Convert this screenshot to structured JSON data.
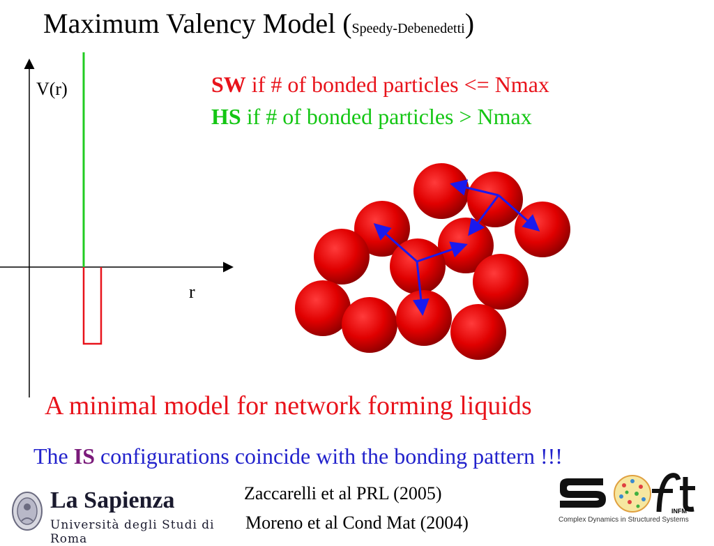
{
  "title": {
    "main": "Maximum Valency Model (",
    "sub": "Speedy-Debenedetti",
    "close": ")"
  },
  "plot": {
    "ylabel": "V(r)",
    "xlabel": "r",
    "hs_color": "#22cc22",
    "sw_color": "#e8131b"
  },
  "rules": {
    "sw_tag": "SW",
    "sw_text": " if  # of bonded particles <= Nmax",
    "hs_tag": "HS",
    "hs_text": "  if  # of bonded particles  > Nmax"
  },
  "caption": "A minimal model  for network forming liquids",
  "is_line": {
    "pre": "The ",
    "tag": "IS",
    "post": " configurations coincide with the bonding pattern !!!"
  },
  "references": [
    "Zaccarelli et al PRL (2005)",
    "Moreno et al Cond Mat (2004)"
  ],
  "logos": {
    "university_name": "La Sapienza",
    "university_sub": "Università degli Studi di Roma",
    "soft_tagline": "Complex Dynamics in Structured Systems",
    "soft_infm": "INFM"
  },
  "colors": {
    "sphere": "#e00000",
    "bond_arrow": "#1a1aee"
  }
}
